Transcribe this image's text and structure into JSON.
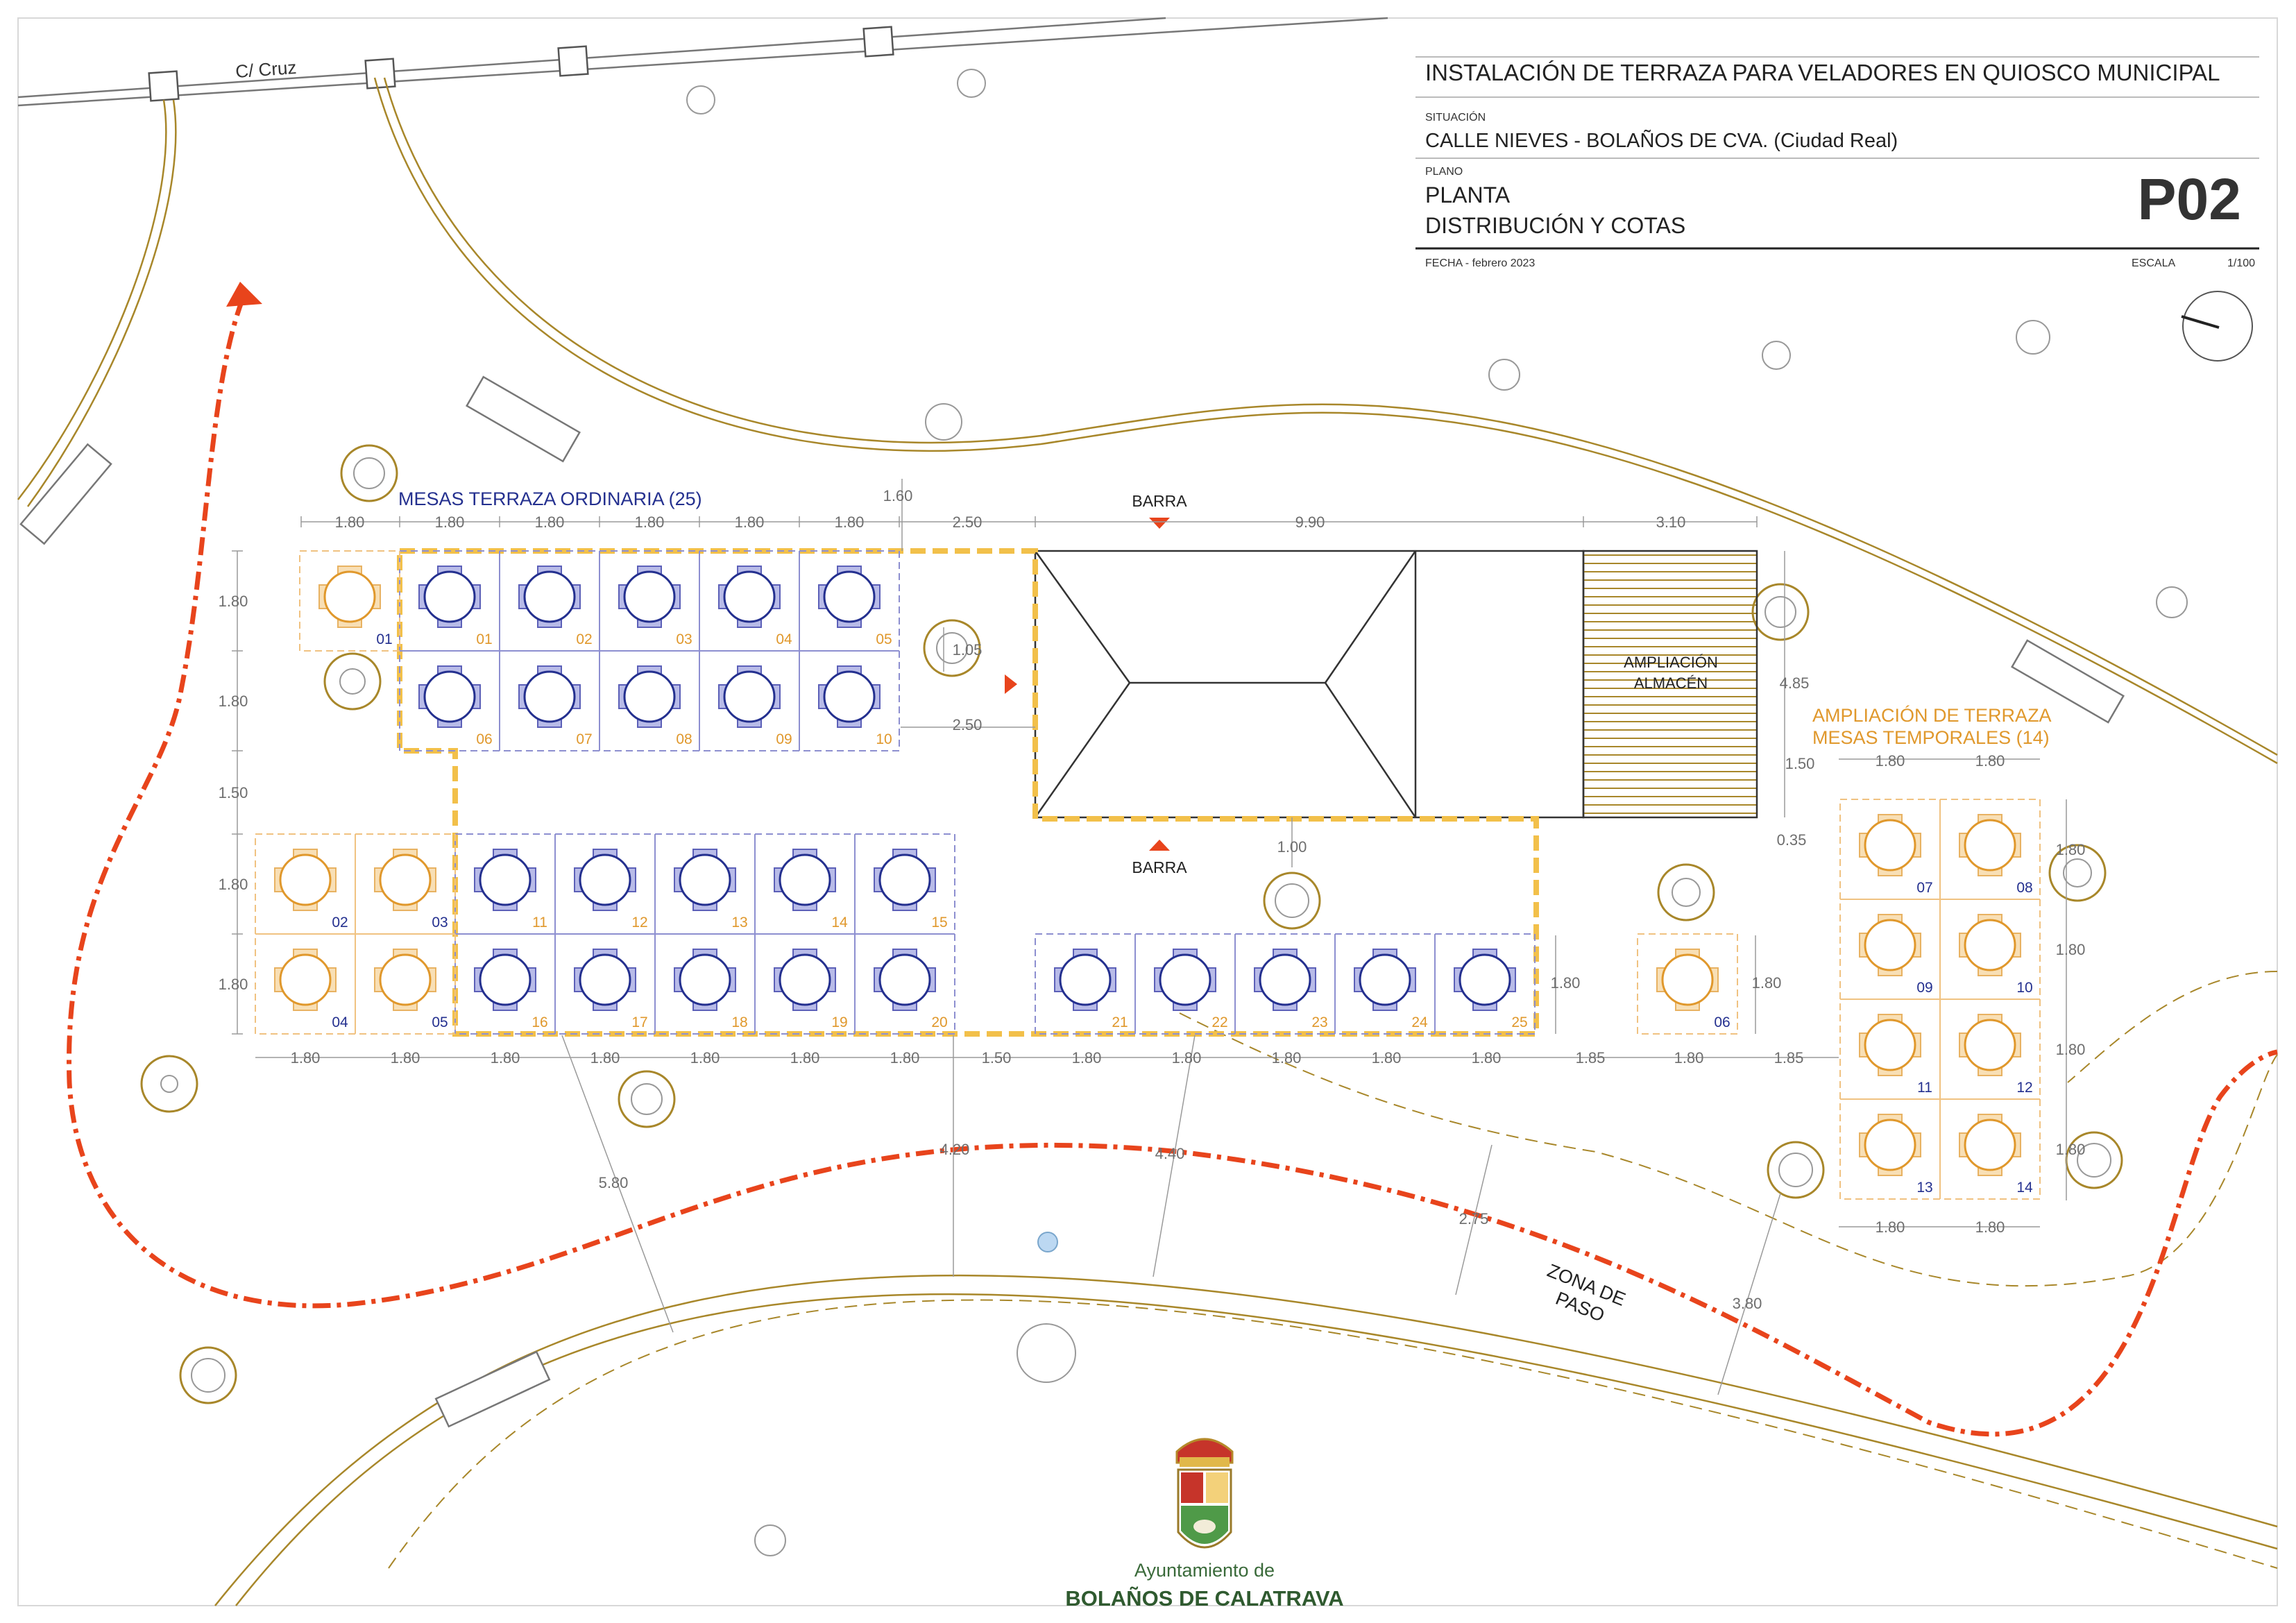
{
  "title_block": {
    "title": "INSTALACIÓN DE TERRAZA PARA VELADORES EN QUIOSCO MUNICIPAL",
    "situacion_label": "SITUACIÓN",
    "situacion": "CALLE NIEVES - BOLAÑOS DE CVA. (Ciudad Real)",
    "plano_label": "PLANO",
    "plano_line1": "PLANTA",
    "plano_line2": "DISTRIBUCIÓN Y COTAS",
    "sheet": "P02",
    "fecha": "FECHA - febrero 2023",
    "escala_label": "ESCALA",
    "escala": "1/100"
  },
  "labels": {
    "street": "C/ Cruz",
    "mesas_ordinaria": "MESAS TERRAZA ORDINARIA (25)",
    "ampliacion_terraza_1": "AMPLIACIÓN DE TERRAZA",
    "ampliacion_terraza_2": "MESAS TEMPORALES (14)",
    "barra": "BARRA",
    "almacen_1": "AMPLIACIÓN",
    "almacen_2": "ALMACÉN",
    "zona_1": "ZONA DE",
    "zona_2": "PASO"
  },
  "logo": {
    "line1": "Ayuntamiento de",
    "line2": "BOLAÑOS DE CALATRAVA"
  },
  "colors": {
    "orange": "#e0982c",
    "blue": "#24308f",
    "dashed_yellow": "#f2c04a",
    "red_path": "#e8441c",
    "olive": "#a8872a",
    "dim": "#6e6e6e"
  },
  "dims": {
    "d180": "1.80",
    "d160": "1.60",
    "d250": "2.50",
    "d990": "9.90",
    "d310": "3.10",
    "d105": "1.05",
    "d485": "4.85",
    "d150": "1.50",
    "d035": "0.35",
    "d100": "1.00",
    "d185": "1.85",
    "d420": "4.20",
    "d440": "4.40",
    "d580": "5.80",
    "d275": "2.75",
    "d380": "3.80"
  },
  "tables_ordinary": [
    {
      "n": "01",
      "row": 0,
      "col": 0
    },
    {
      "n": "02",
      "row": 0,
      "col": 1
    },
    {
      "n": "03",
      "row": 0,
      "col": 2
    },
    {
      "n": "04",
      "row": 0,
      "col": 3
    },
    {
      "n": "05",
      "row": 0,
      "col": 4
    },
    {
      "n": "06",
      "row": 1,
      "col": 0
    },
    {
      "n": "07",
      "row": 1,
      "col": 1
    },
    {
      "n": "08",
      "row": 1,
      "col": 2
    },
    {
      "n": "09",
      "row": 1,
      "col": 3
    },
    {
      "n": "10",
      "row": 1,
      "col": 4
    },
    {
      "n": "11",
      "row": 2,
      "col": 0
    },
    {
      "n": "12",
      "row": 2,
      "col": 1
    },
    {
      "n": "13",
      "row": 2,
      "col": 2
    },
    {
      "n": "14",
      "row": 2,
      "col": 3
    },
    {
      "n": "15",
      "row": 2,
      "col": 4
    },
    {
      "n": "16",
      "row": 3,
      "col": 0
    },
    {
      "n": "17",
      "row": 3,
      "col": 1
    },
    {
      "n": "18",
      "row": 3,
      "col": 2
    },
    {
      "n": "19",
      "row": 3,
      "col": 3
    },
    {
      "n": "20",
      "row": 3,
      "col": 4
    },
    {
      "n": "21",
      "row": 4,
      "col": 0
    },
    {
      "n": "22",
      "row": 4,
      "col": 1
    },
    {
      "n": "23",
      "row": 4,
      "col": 2
    },
    {
      "n": "24",
      "row": 4,
      "col": 3
    },
    {
      "n": "25",
      "row": 4,
      "col": 4
    }
  ],
  "tables_temporary": [
    {
      "n": "01",
      "g": "a",
      "i": 0
    },
    {
      "n": "02",
      "g": "b",
      "i": 0
    },
    {
      "n": "03",
      "g": "b",
      "i": 1
    },
    {
      "n": "04",
      "g": "b",
      "i": 2
    },
    {
      "n": "05",
      "g": "b",
      "i": 3
    },
    {
      "n": "06",
      "g": "c",
      "i": 0
    },
    {
      "n": "07",
      "g": "d",
      "i": 0
    },
    {
      "n": "08",
      "g": "d",
      "i": 1
    },
    {
      "n": "09",
      "g": "d",
      "i": 2
    },
    {
      "n": "10",
      "g": "d",
      "i": 3
    },
    {
      "n": "11",
      "g": "d",
      "i": 4
    },
    {
      "n": "12",
      "g": "d",
      "i": 5
    },
    {
      "n": "13",
      "g": "d",
      "i": 6
    },
    {
      "n": "14",
      "g": "d",
      "i": 7
    }
  ]
}
